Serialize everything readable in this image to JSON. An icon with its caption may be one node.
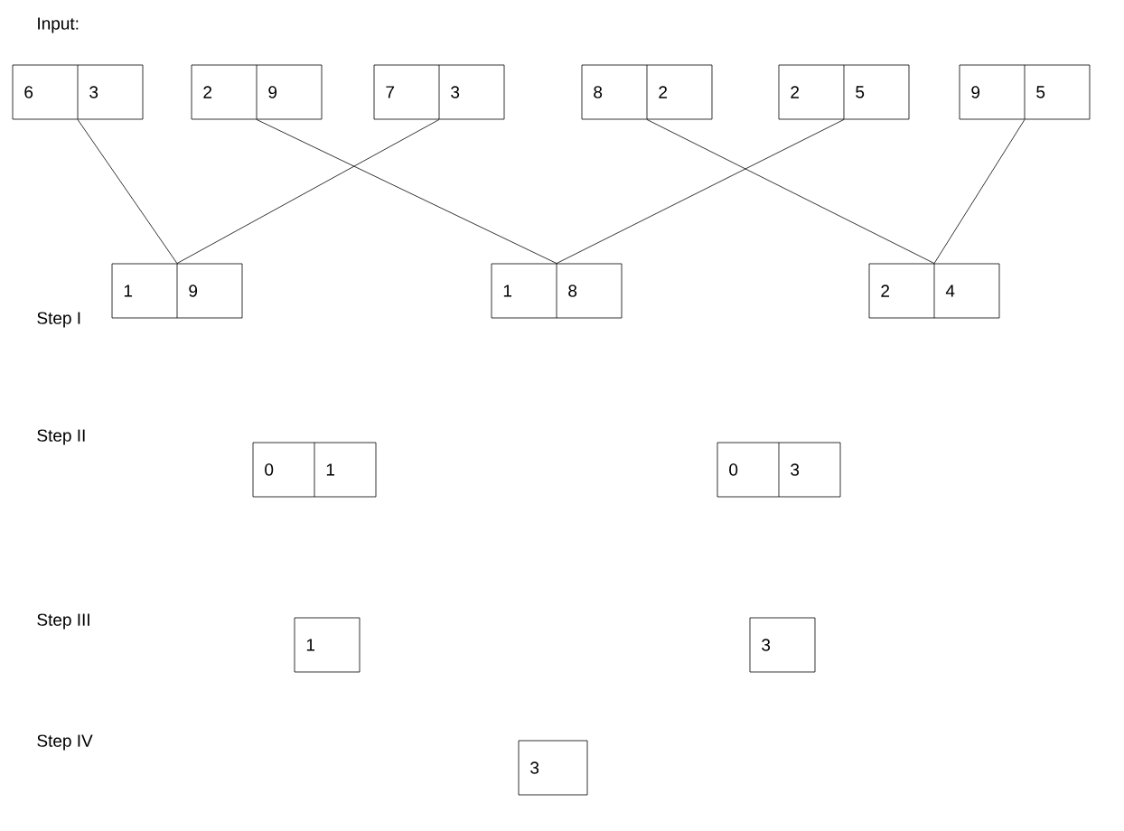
{
  "diagram": {
    "nodes": [
      {
        "text": [
          "6",
          "3"
        ]
      },
      {
        "text": [
          "2",
          "9"
        ]
      },
      {
        "text": [
          "7",
          "3"
        ]
      },
      {
        "text": [
          "8",
          "2"
        ]
      },
      {
        "text": [
          "2",
          "5"
        ]
      },
      {
        "text": [
          "9",
          "5"
        ]
      },
      {
        "text": [
          "1",
          "9"
        ]
      },
      {
        "text": [
          "1",
          "8"
        ]
      },
      {
        "text": [
          "2",
          "4"
        ]
      },
      {
        "text": [
          "0",
          "1"
        ]
      },
      {
        "text": [
          "0",
          "3"
        ]
      },
      {
        "text": [
          "1"
        ]
      },
      {
        "text": [
          "3"
        ]
      },
      {
        "text": [
          "3"
        ]
      }
    ],
    "edges": [
      {
        "from": 0,
        "to": 6,
        "arrow": "none"
      },
      {
        "from": 2,
        "to": 6,
        "arrow": "none"
      },
      {
        "from": 1,
        "to": 7,
        "arrow": "none"
      },
      {
        "from": 4,
        "to": 7,
        "arrow": "none"
      },
      {
        "from": 3,
        "to": 8,
        "arrow": "none"
      },
      {
        "from": 5,
        "to": 8,
        "arrow": "none"
      }
    ],
    "labels": [
      "Input:",
      "Step I",
      "Step II",
      "Step III",
      "Step IV"
    ]
  }
}
